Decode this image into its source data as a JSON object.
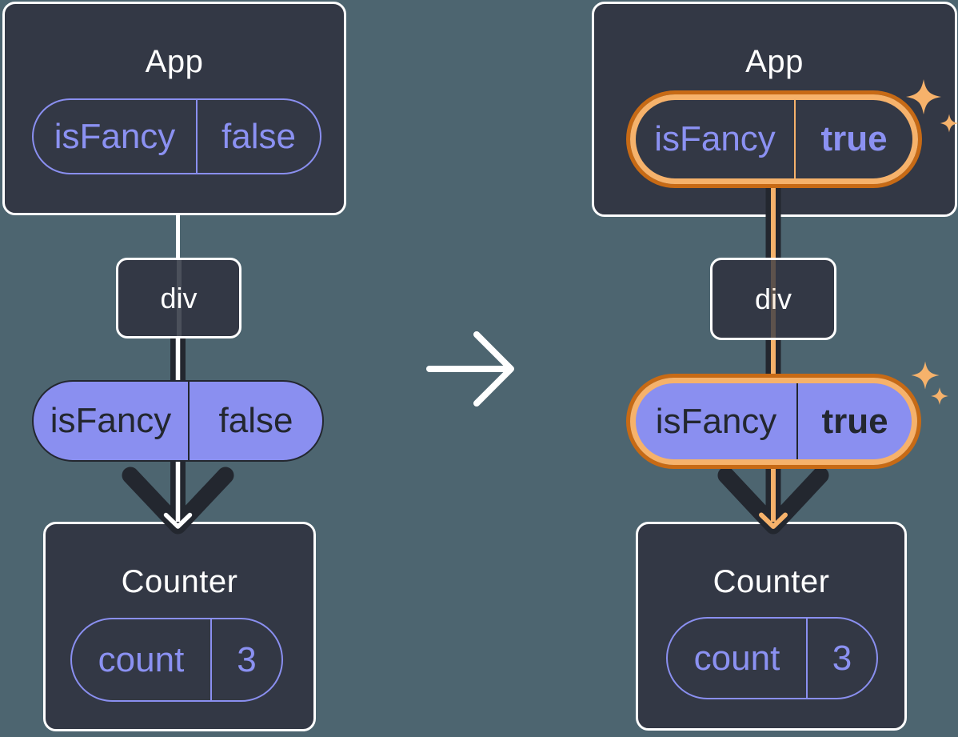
{
  "before": {
    "app": {
      "title": "App",
      "prop": {
        "name": "isFancy",
        "value": "false"
      }
    },
    "div_node": {
      "label": "div"
    },
    "passed_prop": {
      "name": "isFancy",
      "value": "false"
    },
    "counter": {
      "title": "Counter",
      "state": {
        "name": "count",
        "value": "3"
      }
    }
  },
  "after": {
    "app": {
      "title": "App",
      "prop": {
        "name": "isFancy",
        "value": "true"
      }
    },
    "div_node": {
      "label": "div"
    },
    "passed_prop": {
      "name": "isFancy",
      "value": "true"
    },
    "counter": {
      "title": "Counter",
      "state": {
        "name": "count",
        "value": "3"
      }
    }
  },
  "icons": {
    "transition_arrow": "right-arrow",
    "sparkle": "four-point-sparkle"
  },
  "colors": {
    "background": "#4D6570",
    "card_fill": "#333845",
    "card_border": "#FFFFFF",
    "dark_stroke": "#23272F",
    "purple_accent": "#8A8FF0",
    "purple_text": "#8B91F2",
    "highlight_orange": "#F6B26B",
    "highlight_orange_dark": "#C76A15"
  }
}
